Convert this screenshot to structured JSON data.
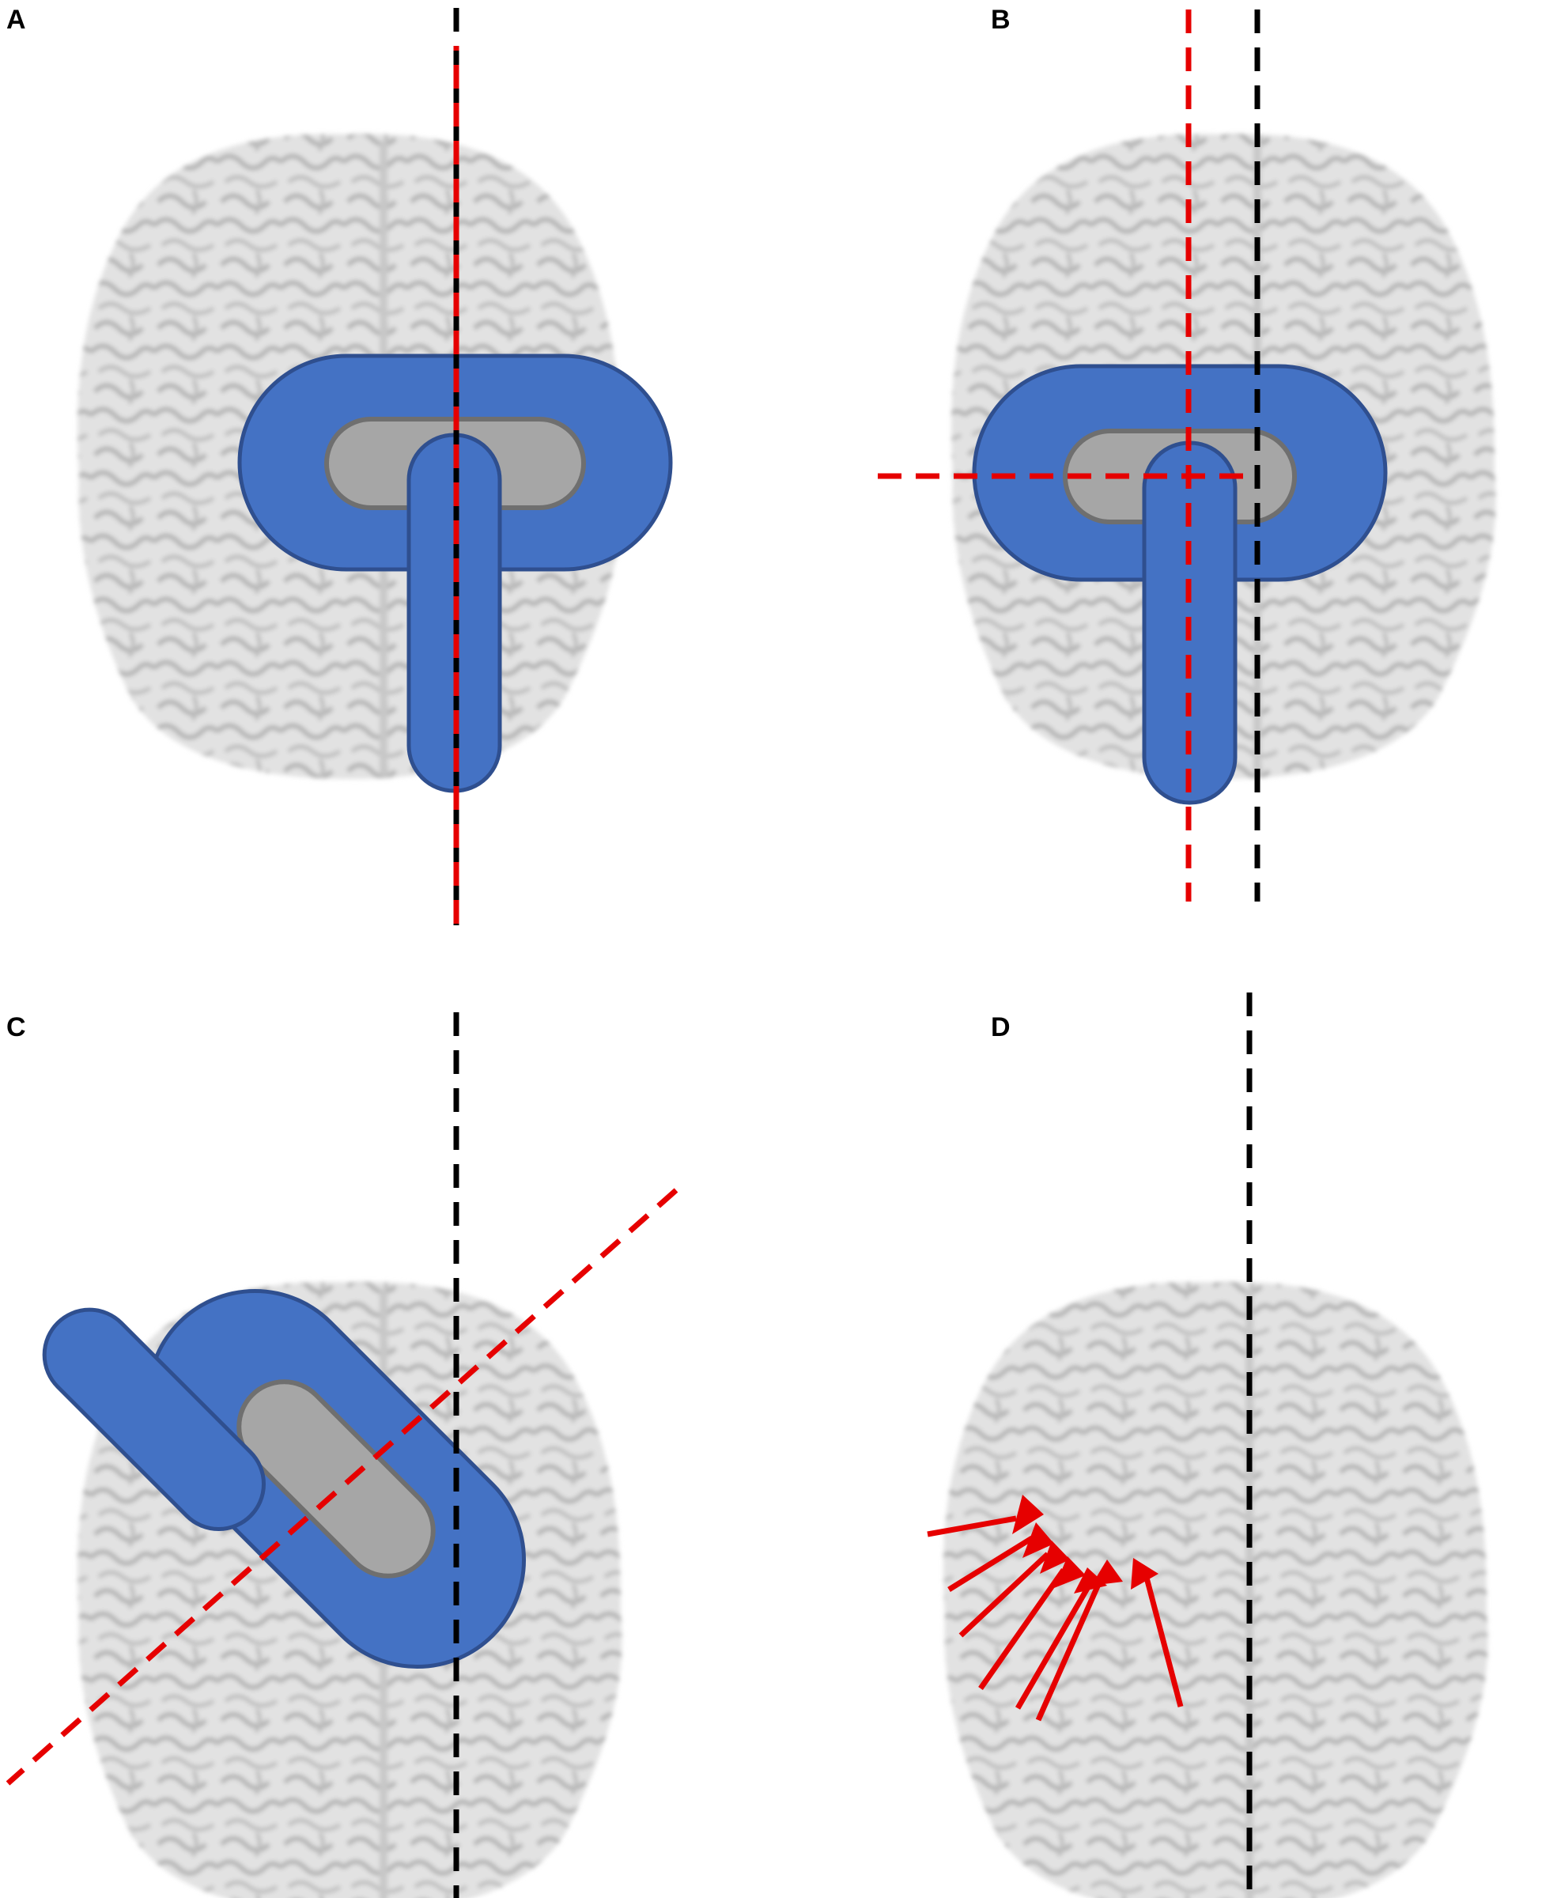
{
  "panels": [
    {
      "label": "A"
    },
    {
      "label": "B"
    },
    {
      "label": "C"
    },
    {
      "label": "D"
    }
  ],
  "colors": {
    "electrode_fill": "#4472c4",
    "electrode_outline": "#2f4f8f",
    "electrode_center": "#a6a6a6",
    "midline": "#000000",
    "alignment_line": "#e60000"
  },
  "icons": [
    "brain-top-view",
    "t-shaped-electrode",
    "dashed-midline",
    "red-alignment-line",
    "current-direction-arrows"
  ]
}
